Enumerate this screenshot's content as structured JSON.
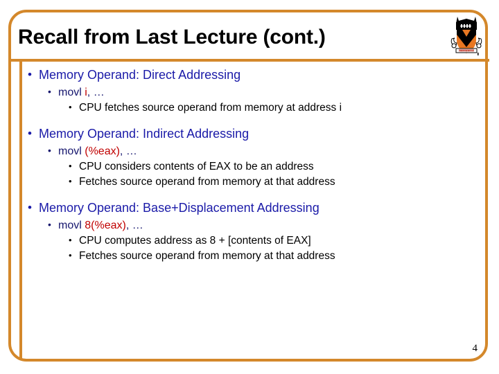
{
  "slide": {
    "title": "Recall from Last Lecture (cont.)",
    "page_number": "4",
    "logo_name": "princeton-university-shield",
    "colors": {
      "frame": "#D4882B",
      "heading": "#1A1AA8",
      "accent": "#C00000",
      "body": "#000000",
      "shield_orange": "#E87722",
      "shield_black": "#000000"
    },
    "sections": [
      {
        "heading": "Memory Operand: Direct Addressing",
        "code": {
          "prefix": "movl ",
          "operand": "i",
          "suffix": ", …"
        },
        "details": [
          "CPU fetches source operand from memory at address i"
        ]
      },
      {
        "heading": "Memory Operand: Indirect Addressing",
        "code": {
          "prefix": "movl ",
          "operand": "(%eax)",
          "suffix": ", …"
        },
        "details": [
          "CPU considers contents of EAX to be an address",
          "Fetches source operand from memory at that address"
        ]
      },
      {
        "heading": "Memory Operand: Base+Displacement Addressing",
        "code": {
          "prefix": "movl ",
          "operand": "8(%eax)",
          "suffix": ", …"
        },
        "details": [
          "CPU computes address as 8 + [contents of EAX]",
          "Fetches source operand from memory at that address"
        ]
      }
    ]
  }
}
